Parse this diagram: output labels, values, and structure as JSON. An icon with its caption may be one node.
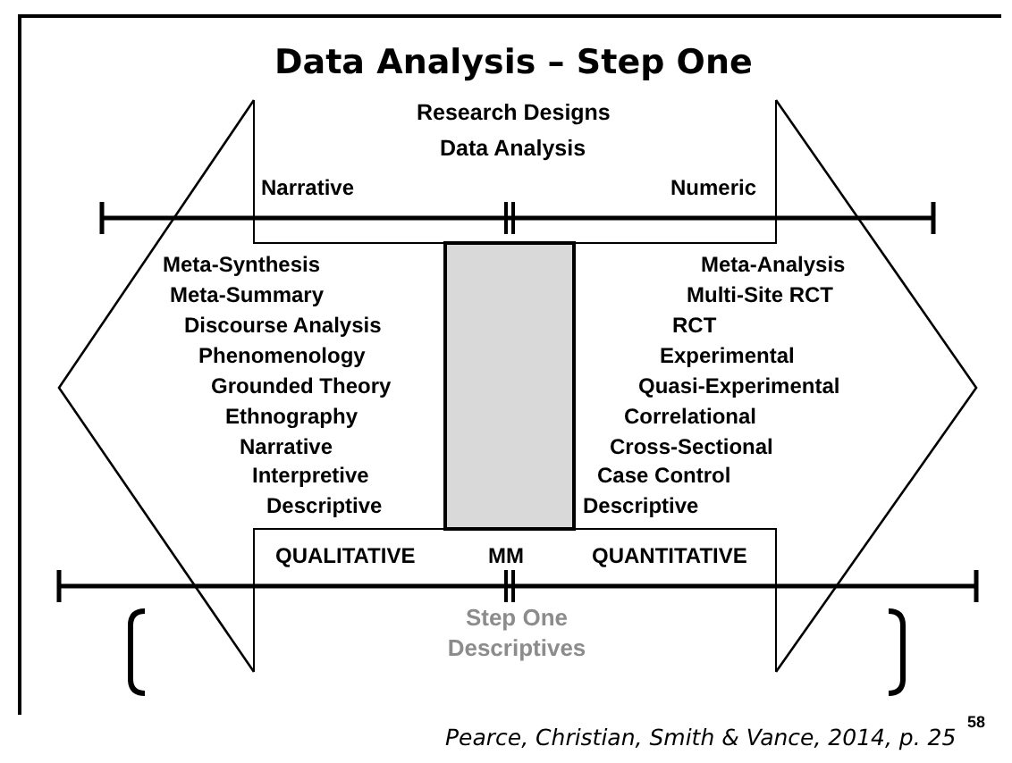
{
  "diagram": {
    "title": "Data Analysis – Step One",
    "caption": "Pearce, Christian, Smith & Vance, 2014, p. 25",
    "labels": [
      "Research Designs",
      "Data Analysis",
      "Narrative",
      "Numeric",
      "Meta-Synthesis",
      "Meta-Summary",
      "Discourse Analysis",
      "Phenomenology",
      "Grounded Theory",
      "Ethnography",
      "Narrative",
      "Interpretive",
      "Descriptive",
      "Meta-Analysis",
      "Multi-Site RCT",
      "RCT",
      "Experimental",
      "Quasi-Experimental",
      "Correlational",
      "Cross-Sectional",
      "Case Control",
      "Descriptive",
      "QUALITATIVE",
      "MM",
      "QUANTITATIVE",
      "Step One Descriptives",
      "58"
    ]
  }
}
